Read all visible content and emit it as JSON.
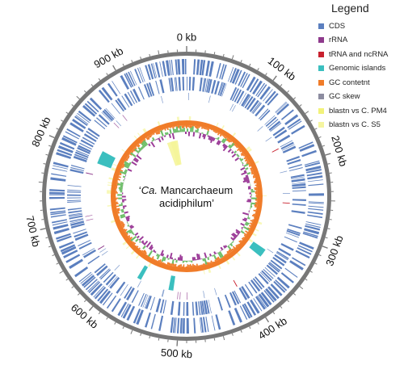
{
  "figure": {
    "organism_prefix": "‘",
    "organism_italic": "Ca.",
    "organism_line1_rest": " Mancarchaeum",
    "organism_line2": "acidiphilum’",
    "scale_labels": [
      {
        "kb": 0,
        "text": "0 kb"
      },
      {
        "kb": 100,
        "text": "100 kb"
      },
      {
        "kb": 200,
        "text": "200 kb"
      },
      {
        "kb": 300,
        "text": "300 kb"
      },
      {
        "kb": 400,
        "text": "400 kb"
      },
      {
        "kb": 500,
        "text": "500 kb"
      },
      {
        "kb": 600,
        "text": "600 kb"
      },
      {
        "kb": 700,
        "text": "700 kb"
      },
      {
        "kb": 800,
        "text": "800 kb"
      },
      {
        "kb": 900,
        "text": "900 kb"
      }
    ]
  },
  "legend": {
    "title": "Legend",
    "items": [
      {
        "label": "CDS",
        "color": "#5b7fbf"
      },
      {
        "label": "rRNA",
        "color": "#8e3a8c"
      },
      {
        "label": "tRNA and ncRNA",
        "color": "#c8202e"
      },
      {
        "label": "Genomic islands",
        "color": "#3bbfbf"
      },
      {
        "label": "GC contetnt",
        "color": "#f07c29"
      },
      {
        "label": "GC skew",
        "color": "#8c8ca0"
      },
      {
        "label": "blastn vs C. PM4",
        "color": "#f2f27a"
      },
      {
        "label": "blastn vs C. S5",
        "color": "#f5f5a0"
      }
    ]
  },
  "colors": {
    "ruler": "#777777",
    "cds": "#5b7fbf",
    "rrna": "#8e3a8c",
    "trna": "#c8202e",
    "island": "#3bbfbf",
    "gc_content": "#f07c29",
    "gc_skew_positive": "#6fbf6a",
    "gc_skew_negative": "#9c3c98",
    "blast": "#f5f59a"
  },
  "tracks": {
    "genomic_islands_kb": [
      [
        790,
        812
      ],
      [
        568,
        575
      ],
      [
        512,
        520
      ],
      [
        338,
        352
      ],
      [
        343,
        349
      ]
    ]
  }
}
